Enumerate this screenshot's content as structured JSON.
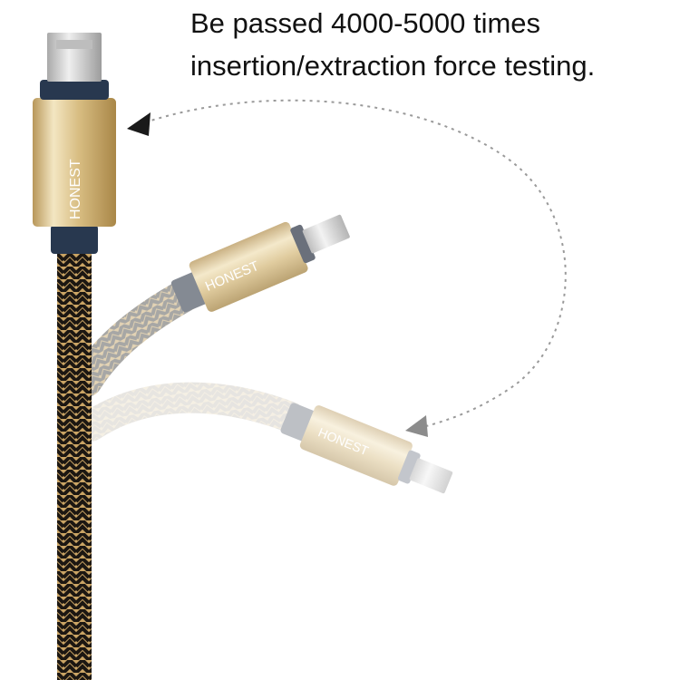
{
  "caption": {
    "line1": "Be passed 4000-5000 times",
    "line2": "insertion/extraction force testing."
  },
  "brand_text": "HONEST",
  "colors": {
    "braid_dark": "#1c1712",
    "braid_gold": "#caa464",
    "connector_gold": "#d8bd82",
    "connector_highlight": "#f3e6c2",
    "collar_dark": "#28384f",
    "metal_tip": "#cfcfcf",
    "arrow": "#1a1a1a",
    "dotted_line": "#9a9a9a"
  }
}
